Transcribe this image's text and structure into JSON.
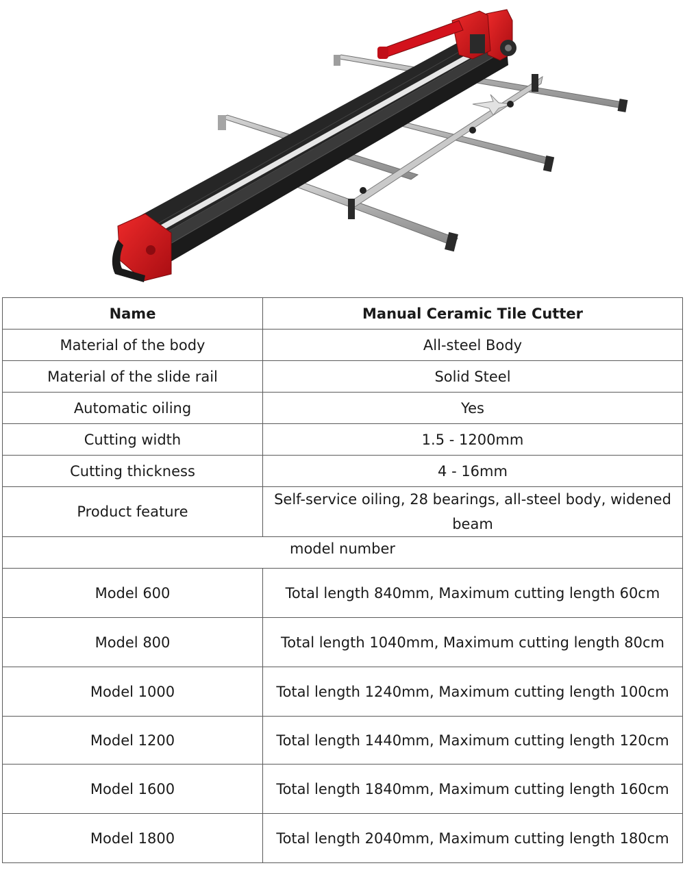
{
  "colors": {
    "border": "#5a5a5a",
    "tool_red": "#d3121c",
    "tool_black": "#1e1e1e",
    "rail_steel": "#b9b9b9"
  },
  "photo": {
    "icon": "tile-cutter-product-photo"
  },
  "table": {
    "header": {
      "name_label": "Name",
      "value_label": "Manual Ceramic Tile Cutter"
    },
    "specs": [
      {
        "name": "Material of the body",
        "value": "All-steel Body"
      },
      {
        "name": "Material of the slide rail",
        "value": "Solid Steel"
      },
      {
        "name": "Automatic oiling",
        "value": "Yes"
      },
      {
        "name": "Cutting width",
        "value": "1.5 - 1200mm"
      },
      {
        "name": "Cutting thickness",
        "value": "4 - 16mm"
      },
      {
        "name": "Product feature",
        "value": "Self-service oiling, 28 bearings, all-steel body, widened beam"
      }
    ],
    "section_label": "model number",
    "models": [
      {
        "name": "Model 600",
        "value": "Total length 840mm, Maximum cutting length 60cm"
      },
      {
        "name": "Model 800",
        "value": "Total length 1040mm, Maximum cutting length 80cm"
      },
      {
        "name": "Model 1000",
        "value": "Total length 1240mm, Maximum cutting length 100cm"
      },
      {
        "name": "Model 1200",
        "value": "Total length 1440mm, Maximum cutting length 120cm"
      },
      {
        "name": "Model 1600",
        "value": "Total length 1840mm, Maximum cutting length 160cm"
      },
      {
        "name": "Model 1800",
        "value": "Total length 2040mm, Maximum cutting length 180cm"
      }
    ]
  }
}
